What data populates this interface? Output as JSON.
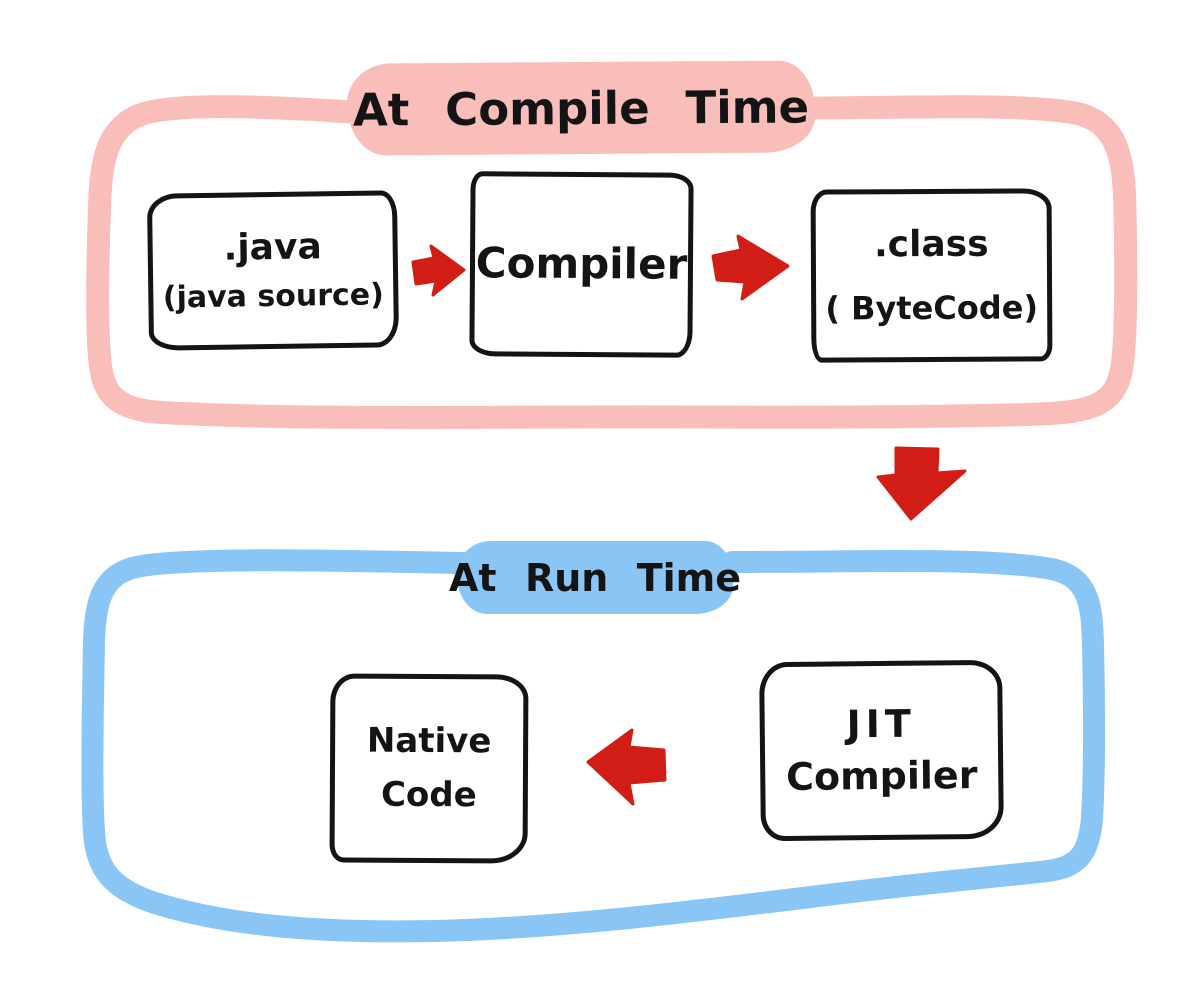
{
  "colors": {
    "pink": "#f9bdba",
    "blue": "#8ac6f5",
    "red": "#d21d16",
    "ink": "#141414",
    "background": "#ffffff"
  },
  "compile_section": {
    "title": "At Compile Time",
    "java_box": {
      "title": ".java",
      "subtitle": "(java source)"
    },
    "compiler_box": {
      "title": "Compiler"
    },
    "class_box": {
      "title": ".class",
      "subtitle": "( ByteCode)"
    }
  },
  "run_section": {
    "title": "At Run Time",
    "native_box": {
      "title": "Native",
      "subtitle": "Code"
    },
    "jit_box": {
      "title": "JIT",
      "subtitle": "Compiler"
    }
  },
  "icons": {
    "arrow_java_to_compiler": "red-right-arrow",
    "arrow_compiler_to_class": "red-right-arrow",
    "arrow_compile_to_run": "red-down-arrow",
    "arrow_jit_to_native": "red-left-arrow"
  }
}
